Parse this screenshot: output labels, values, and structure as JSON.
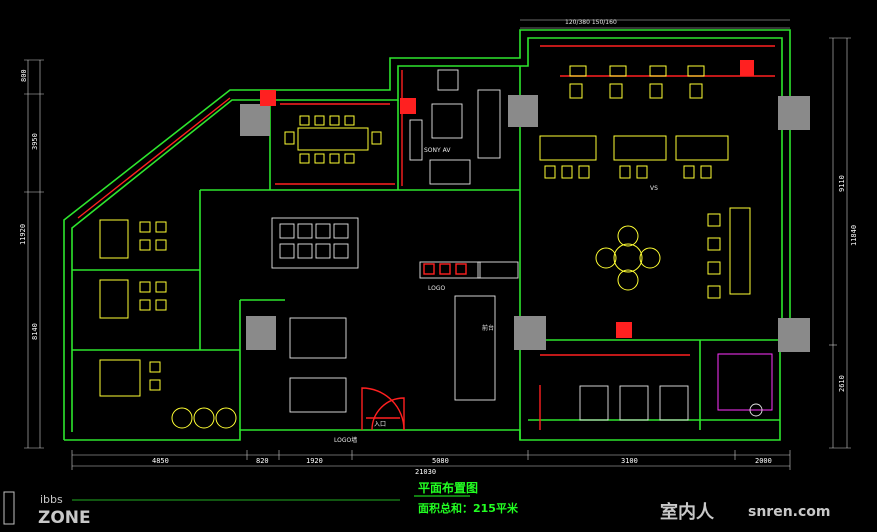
{
  "drawing": {
    "title": "平面布置图",
    "area_note": "面积总和：215平米",
    "bottom_dims": [
      "4850",
      "820",
      "1920",
      "5080",
      "3100",
      "2000"
    ],
    "bottom_total": "21030",
    "left_dims": [
      "3950",
      "11920",
      "8140"
    ],
    "left_top": "800",
    "right_dims": [
      "9110",
      "11840",
      "2610"
    ],
    "top_note": "120/380 150/160",
    "logo_top": "LOGO",
    "logo_bottom": "LOGO墙",
    "room_label": "SONY AV",
    "sub_label": "VS",
    "entrance": "入口",
    "reception": "前台"
  },
  "watermarks": {
    "left_top": "ibbs",
    "left_bottom": "ZONE",
    "right_cn": "室内人",
    "right_url": "snren.com"
  },
  "colors": {
    "wall": "#2ee62e",
    "furniture": "#ffff33",
    "detail": "#e6e6e6",
    "accent": "#ff2020",
    "column": "#8a8a8a",
    "background": "#000000"
  }
}
